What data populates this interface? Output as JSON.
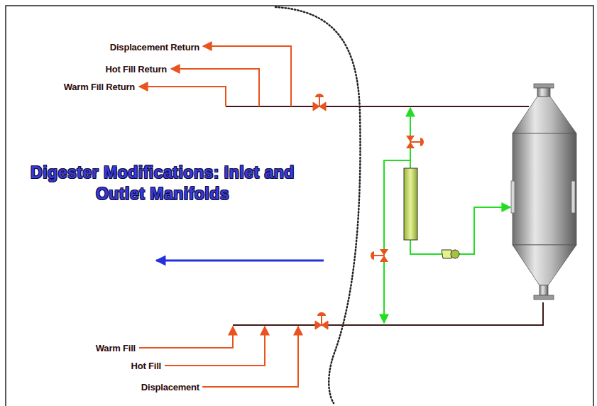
{
  "diagram": {
    "title": "Digester Modifications:  Inlet and Outlet Manifolds",
    "labels": [
      "Displacement Return",
      "Hot Fill Return",
      "Warm Fill Return",
      "Warm Fill",
      "Hot Fill",
      "Displacement"
    ]
  }
}
